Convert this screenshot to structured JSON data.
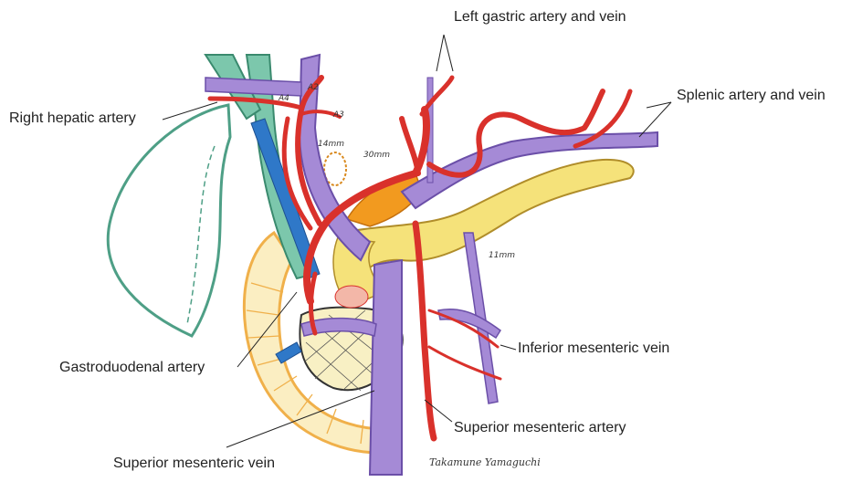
{
  "labels": {
    "left_gastric": "Left gastric artery and vein",
    "splenic": "Splenic artery and vein",
    "right_hepatic": "Right hepatic artery",
    "gastroduodenal": "Gastroduodenal artery",
    "inferior_mesenteric_vein": "Inferior mesenteric vein",
    "superior_mesenteric_artery": "Superior mesenteric artery",
    "superior_mesenteric_vein": "Superior mesenteric vein"
  },
  "annotations": {
    "a2": "A2",
    "a3": "A3",
    "a4": "A4",
    "m14": "14mm",
    "m30": "30mm",
    "m11": "11mm"
  },
  "signature": "Takamune Yamaguchi",
  "colors": {
    "artery": "#d9312b",
    "vein": "#8b6fc2",
    "portal_blue": "#2f78c8",
    "liver_green": "#4e9f86",
    "pancreas_yellow": "#f5e27a",
    "duodenum_orange": "#f0b04a",
    "tumor_orange": "#f29a1f"
  }
}
